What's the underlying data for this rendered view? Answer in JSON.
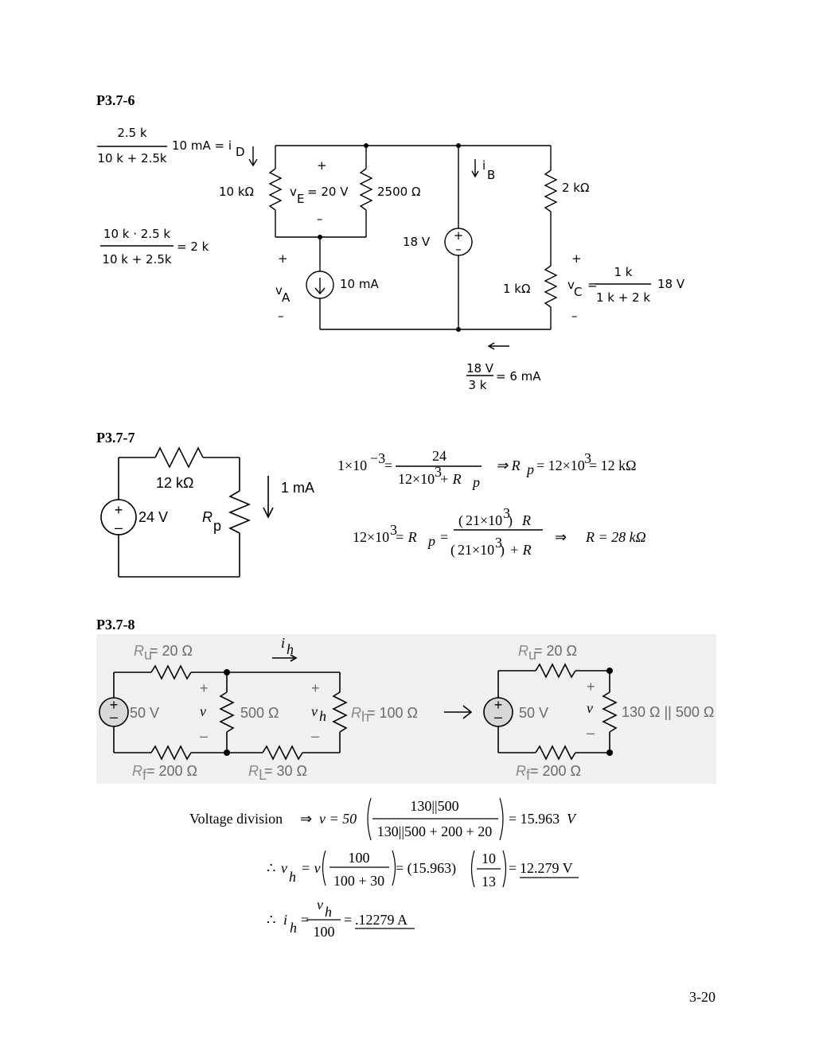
{
  "page_number": "3-20",
  "p376": {
    "heading": "P3.7-6",
    "id_num": "2.5 k",
    "id_den": "10 k + 2.5k",
    "id_rhs": "10 mA  =  i",
    "id_sub": "D",
    "req_num": "10 k · 2.5 k",
    "req_den": "10 k + 2.5k",
    "req_rhs": "= 2 k",
    "r10k": "10 kΩ",
    "ve_plus": "+",
    "ve_label": "v",
    "ve_sub": "E",
    "ve_rhs": "= 20 V",
    "ve_minus": "–",
    "r2500": "2500 Ω",
    "ib_label": "i",
    "ib_sub": "B",
    "r2k": "2 kΩ",
    "v18": "18 V",
    "src_plus": "+",
    "src_minus": "–",
    "va_plus": "+",
    "va_label": "v",
    "va_sub": "A",
    "va_minus": "–",
    "i10ma": "10 mA",
    "r1k": "1 kΩ",
    "vc_plus": "+",
    "vc_label": "v",
    "vc_sub": "C",
    "vc_eq": "=",
    "vc_num": "1 k",
    "vc_den": "1 k + 2 k",
    "vc_rhs": "18 V",
    "vc_minus": "–",
    "cur_num": "18 V",
    "cur_den": "3 k",
    "cur_rhs": "= 6 mA"
  },
  "p377": {
    "heading": "P3.7-7",
    "r12k": "12 kΩ",
    "i1ma": "1 mA",
    "v24": "24 V",
    "rp": "R",
    "rp_sub": "p",
    "eq1_lhs": "1×10",
    "eq1_lhs_exp": "−3",
    "eq1_eq": "=",
    "eq1_num": "24",
    "eq1_den": "12×10",
    "eq1_den_exp": "3",
    "eq1_den_tail": " + R",
    "eq1_den_sub": "p",
    "eq1_imp": "⇒ R",
    "eq1_imp_sub": "p",
    "eq1_result": "= 12×10",
    "eq1_result_exp": "3",
    "eq1_result_tail": " = 12 kΩ",
    "eq2_lhs": "12×10",
    "eq2_lhs_exp": "3",
    "eq2_lhs_tail": " = R",
    "eq2_lhs_sub": "p",
    "eq2_eq": "=",
    "eq2_num": "21×10",
    "eq2_num_exp": "3",
    "eq2_num_tail": "R",
    "eq2_den": "21×10",
    "eq2_den_exp": "3",
    "eq2_den_tail": "+ R",
    "eq2_imp": "⇒",
    "eq2_result": "R = 28 kΩ"
  },
  "p378": {
    "heading": "P3.7-8",
    "ih": "i",
    "ih_sub": "h",
    "ru": "R",
    "ru_sub": "u",
    "ru_val": " = 20 Ω",
    "v50": "50 V",
    "v_label": "v",
    "plus": "+",
    "minus": "–",
    "r500": "500 Ω",
    "vh": "v",
    "vh_sub": "h",
    "rh": "R",
    "rh_sub": "h",
    "rh_val": " = 100 Ω",
    "rf": "R",
    "rf_sub": "f",
    "rf_val": " = 200 Ω",
    "rl": "R",
    "rl_sub": "L",
    "rl_val": " = 30 Ω",
    "r_par": "130 Ω || 500 Ω",
    "vd_text": "Voltage division",
    "vd_imp": "⇒",
    "vd_lhs": "v = 50",
    "vd_num": "130||500",
    "vd_den": "130||500 + 200 + 20",
    "vd_result": "= 15.963",
    "vd_unit": "V",
    "vh_therefore": "∴",
    "vh_lhs": "v",
    "vh_lhs_sub": "h",
    "vh_eq": "= v",
    "vh_num": "100",
    "vh_den": "100 + 30",
    "vh_mid": "= (15.963)",
    "vh_num2": "10",
    "vh_den2": "13",
    "vh_eq2": "=",
    "vh_result": "12.279 V",
    "ih_therefore": "∴",
    "ih_lhs": "i",
    "ih_lhs_sub": "h",
    "ih_eq": "=",
    "ih_num": "v",
    "ih_num_sub": "h",
    "ih_den": "100",
    "ih_eq2": "=",
    "ih_result": ".12279 A"
  }
}
